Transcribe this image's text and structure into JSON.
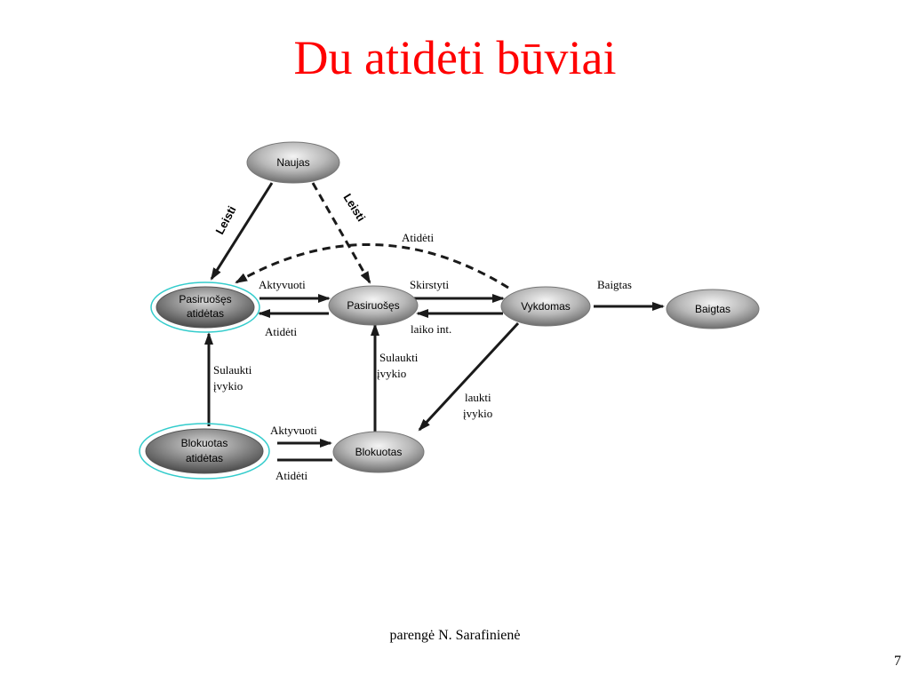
{
  "title": "Du atidėti būviai",
  "colors": {
    "title": "#ff0000",
    "outline": "#33cccc",
    "arrow": "#1a1a1a"
  },
  "nodes": {
    "naujas": "Naujas",
    "pasiruoses_atidetas_1": "Pasiruošęs",
    "pasiruoses_atidetas_2": "atidėtas",
    "pasiruoses": "Pasiruošęs",
    "vykdomas": "Vykdomas",
    "baigtas": "Baigtas",
    "blokuotas_atidetas_1": "Blokuotas",
    "blokuotas_atidetas_2": "atidėtas",
    "blokuotas": "Blokuotas"
  },
  "edges": {
    "leisti_left": "Leisti",
    "leisti_right": "Leisti",
    "atideti_top": "Atidėti",
    "aktyvuoti_top": "Aktyvuoti",
    "atideti_mid": "Atidėti",
    "skirstyti": "Skirstyti",
    "laiko_int": "laiko int.",
    "baigtas_edge": "Baigtas",
    "sulaukti_left_1": "Sulaukti",
    "sulaukti_left_2": "įvykio",
    "sulaukti_mid_1": "Sulaukti",
    "sulaukti_mid_2": "įvykio",
    "laukti_1": "laukti",
    "laukti_2": "įvykio",
    "aktyvuoti_bottom": "Aktyvuoti",
    "atideti_bottom": "Atidėti"
  },
  "footer": "parengė N. Sarafinienė",
  "page_number": "7"
}
